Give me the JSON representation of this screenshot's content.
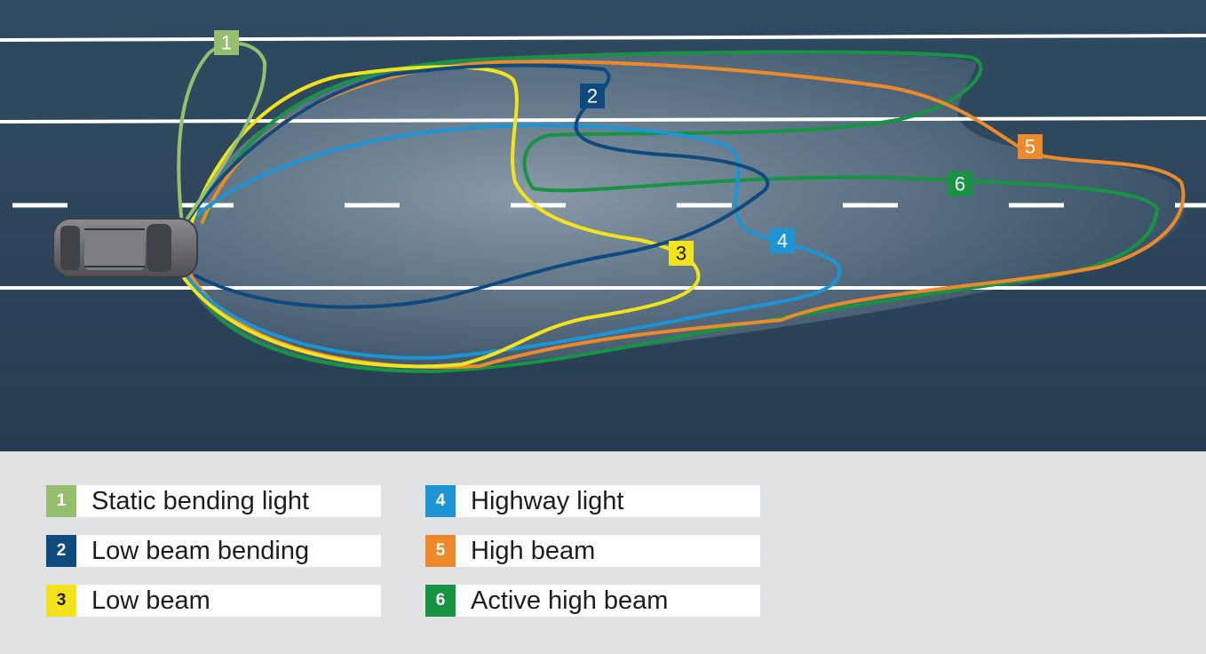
{
  "beams": [
    {
      "id": "static-bending",
      "number": "1",
      "label": "Static bending light",
      "color": "#95bf6e",
      "text_color": "#ffffff"
    },
    {
      "id": "low-beam-bending",
      "number": "2",
      "label": "Low beam bending",
      "color": "#0e4a7d",
      "text_color": "#ffffff"
    },
    {
      "id": "low-beam",
      "number": "3",
      "label": "Low beam",
      "color": "#f3e31d",
      "text_color": "#1d1d1f"
    },
    {
      "id": "highway",
      "number": "4",
      "label": "Highway light",
      "color": "#1d94d4",
      "text_color": "#ffffff"
    },
    {
      "id": "high-beam",
      "number": "5",
      "label": "High beam",
      "color": "#ec8a2b",
      "text_color": "#ffffff"
    },
    {
      "id": "active-high-beam",
      "number": "6",
      "label": "Active high beam",
      "color": "#169443",
      "text_color": "#ffffff"
    }
  ],
  "colors": {
    "road": "#2b4258",
    "background": "#e1e2e4",
    "lane_marking": "#ffffff",
    "car": "#6f7173"
  }
}
